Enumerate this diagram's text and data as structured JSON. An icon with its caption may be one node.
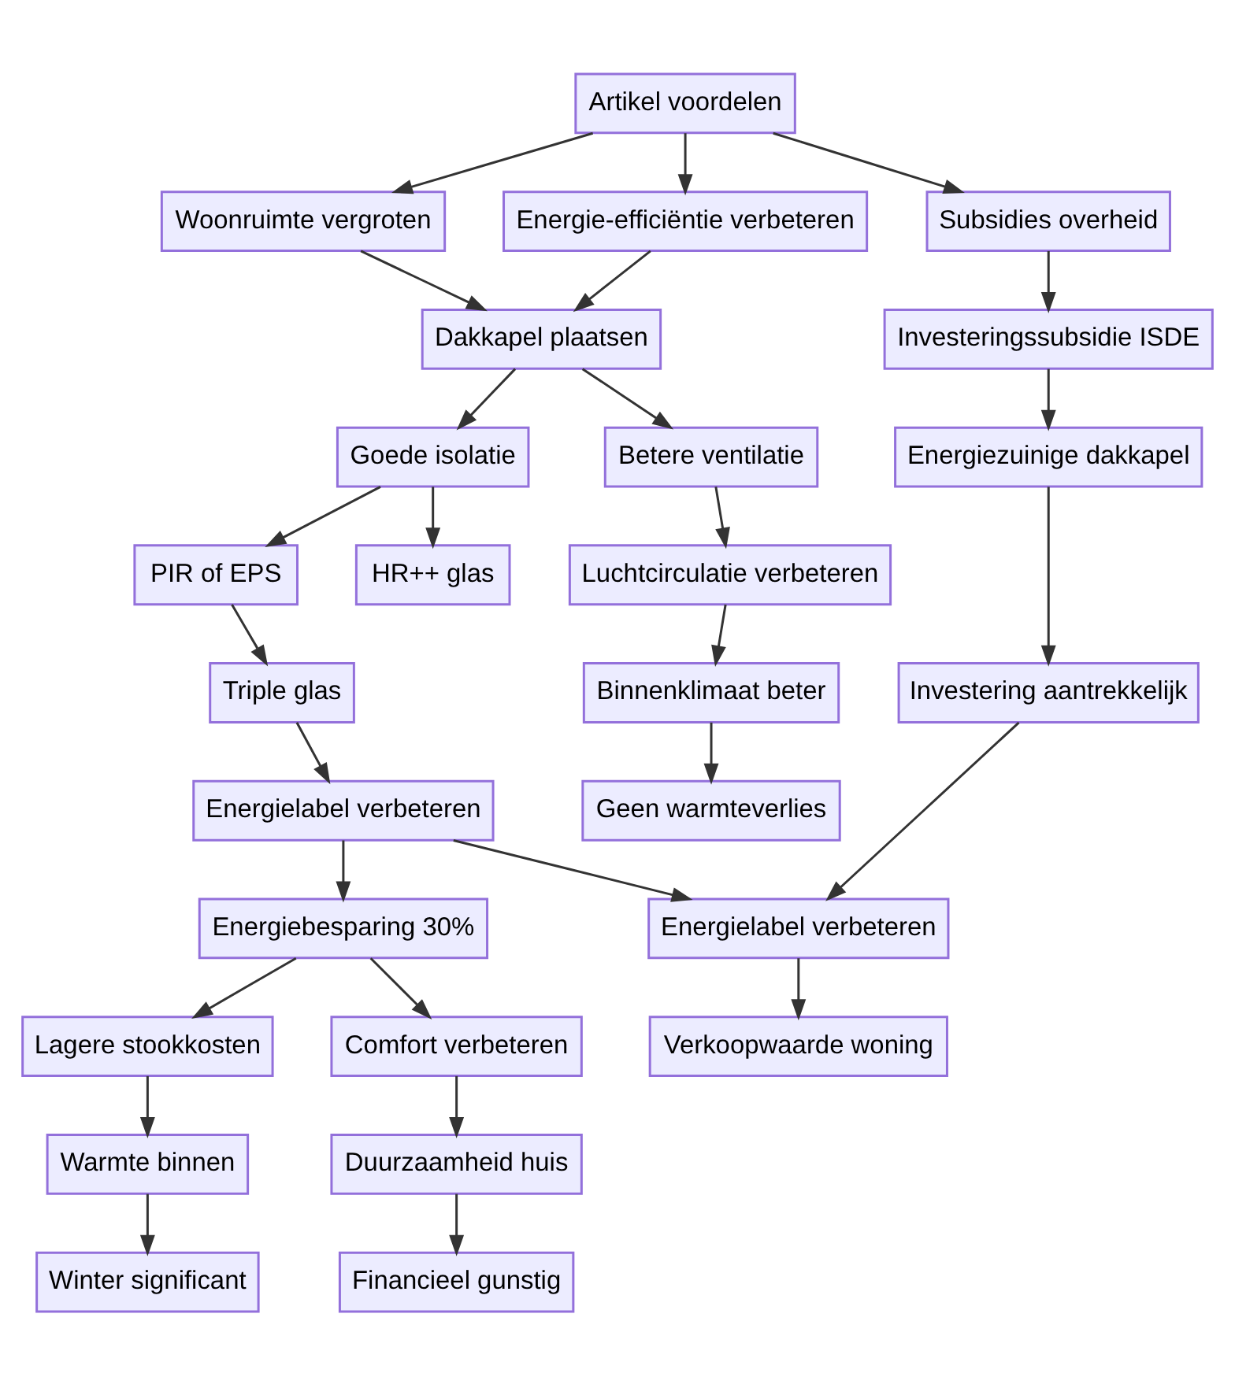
{
  "diagram": {
    "nodes": [
      {
        "text": [
          "Artikel voordelen"
        ]
      },
      {
        "text": [
          "Woonruimte vergroten"
        ]
      },
      {
        "text": [
          "Energie-efficiëntie verbeteren"
        ]
      },
      {
        "text": [
          "Dakkapel plaatsen"
        ]
      },
      {
        "text": [
          "Goede isolatie"
        ]
      },
      {
        "text": [
          "Betere ventilatie"
        ]
      },
      {
        "text": [
          "Subsidies overheid"
        ]
      },
      {
        "text": [
          "PIR of EPS"
        ]
      },
      {
        "text": [
          "HR++ glas"
        ]
      },
      {
        "text": [
          "Luchtcirculatie verbeteren"
        ]
      },
      {
        "text": [
          "Investeringssubsidie ISDE"
        ]
      },
      {
        "text": [
          "Triple glas"
        ]
      },
      {
        "text": [
          "Binnenklimaat beter"
        ]
      },
      {
        "text": [
          "Energiezuinige dakkapel"
        ]
      },
      {
        "text": [
          "Energielabel verbeteren"
        ]
      },
      {
        "text": [
          "Geen warmteverlies"
        ]
      },
      {
        "text": [
          "Investering aantrekkelijk"
        ]
      },
      {
        "text": [
          "Energiebesparing 30%"
        ]
      },
      {
        "text": [
          "Energielabel verbeteren"
        ]
      },
      {
        "text": [
          "Lagere stookkosten"
        ]
      },
      {
        "text": [
          "Comfort verbeteren"
        ]
      },
      {
        "text": [
          "Verkoopwaarde woning"
        ]
      },
      {
        "text": [
          "Warmte binnen"
        ]
      },
      {
        "text": [
          "Duurzaamheid huis"
        ]
      },
      {
        "text": [
          "Winter significant"
        ]
      },
      {
        "text": [
          "Financieel gunstig"
        ]
      }
    ],
    "edges": [
      {
        "from": 0,
        "to": 1,
        "arrow": "to"
      },
      {
        "from": 0,
        "to": 2,
        "arrow": "to"
      },
      {
        "from": 0,
        "to": 6,
        "arrow": "to"
      },
      {
        "from": 1,
        "to": 3,
        "arrow": "to"
      },
      {
        "from": 2,
        "to": 3,
        "arrow": "to"
      },
      {
        "from": 3,
        "to": 4,
        "arrow": "to"
      },
      {
        "from": 3,
        "to": 5,
        "arrow": "to"
      },
      {
        "from": 4,
        "to": 7,
        "arrow": "to"
      },
      {
        "from": 4,
        "to": 8,
        "arrow": "to"
      },
      {
        "from": 5,
        "to": 9,
        "arrow": "to"
      },
      {
        "from": 6,
        "to": 10,
        "arrow": "to"
      },
      {
        "from": 7,
        "to": 11,
        "arrow": "to"
      },
      {
        "from": 9,
        "to": 12,
        "arrow": "to"
      },
      {
        "from": 10,
        "to": 13,
        "arrow": "to"
      },
      {
        "from": 11,
        "to": 14,
        "arrow": "to"
      },
      {
        "from": 12,
        "to": 15,
        "arrow": "to"
      },
      {
        "from": 13,
        "to": 16,
        "arrow": "to"
      },
      {
        "from": 14,
        "to": 17,
        "arrow": "to"
      },
      {
        "from": 14,
        "to": 18,
        "arrow": "to"
      },
      {
        "from": 16,
        "to": 18,
        "arrow": "to"
      },
      {
        "from": 17,
        "to": 19,
        "arrow": "to"
      },
      {
        "from": 17,
        "to": 20,
        "arrow": "to"
      },
      {
        "from": 18,
        "to": 21,
        "arrow": "to"
      },
      {
        "from": 19,
        "to": 22,
        "arrow": "to"
      },
      {
        "from": 20,
        "to": 23,
        "arrow": "to"
      },
      {
        "from": 22,
        "to": 24,
        "arrow": "to"
      },
      {
        "from": 23,
        "to": 25,
        "arrow": "to"
      }
    ]
  }
}
